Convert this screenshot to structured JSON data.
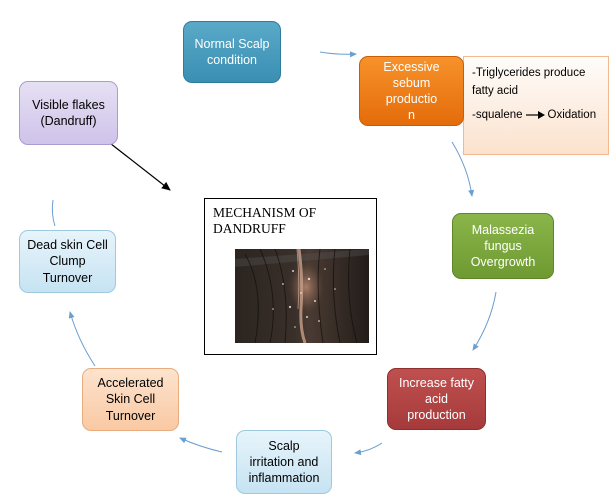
{
  "diagram": {
    "center": {
      "title": "MECHANISM OF\nDANDRUFF",
      "image": "scalp-photo-with-dandruff"
    },
    "steps": {
      "normal": "Normal Scalp\ncondition",
      "sebum": "Excessive\nsebum\nproductio\nn",
      "malassezia": "Malassezia\nfungus\nOvergrowth",
      "fatty": "Increase fatty\nacid\nproduction",
      "irritation": "Scalp\nirritation and\ninflammation",
      "accelerated": "Accelerated\nSkin Cell\nTurnover",
      "deadskin": "Dead skin Cell\nClump\nTurnover",
      "flakes": "Visible flakes\n(Dandruff)"
    },
    "note": {
      "line1": "-Triglycerides produce fatty acid",
      "line2_start": "-squalene",
      "line2_end": "Oxidation"
    },
    "colors": {
      "normal": "#3a8fb3",
      "sebum": "#e46c0a",
      "malassezia": "#6f9a32",
      "fatty": "#a63a3a",
      "irritation": "#c6e3f2",
      "accelerated": "#f9c9a3",
      "deadskin": "#c6e3f2",
      "flakes": "#cfc3ea",
      "cycle_arrow": "#6a9fd0"
    }
  }
}
